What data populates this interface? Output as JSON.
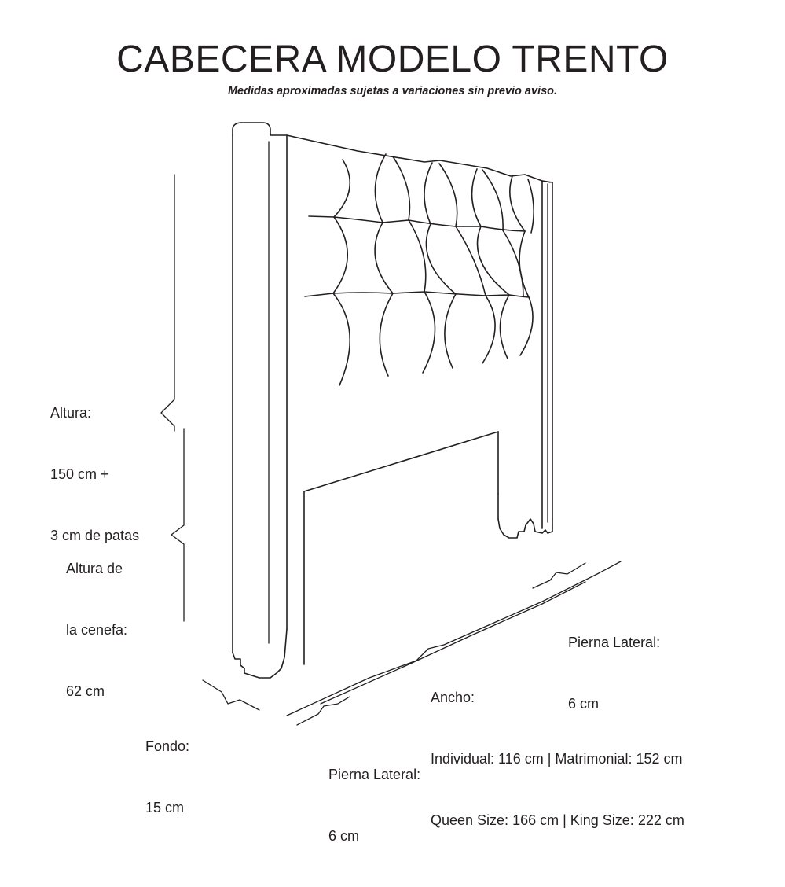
{
  "document": {
    "title": "CABECERA MODELO TRENTO",
    "subtitle": "Medidas aproximadas sujetas a variaciones sin previo aviso.",
    "product": "Cabecera Modelo Trento",
    "background_color": "#ffffff",
    "ink_color": "#231f20"
  },
  "dimensions": {
    "height": {
      "name": "Altura",
      "lines": [
        "Altura:",
        "150 cm +",
        "3 cm de patas"
      ],
      "label_line_1": "Altura:",
      "label_line_2": "150 cm +",
      "label_line_3": "3 cm de patas",
      "value": "150 cm",
      "legs_extra": "3 cm de patas"
    },
    "skirt_height": {
      "name": "Altura de la cenefa",
      "lines": [
        "Altura de",
        "la cenefa:",
        "62 cm"
      ],
      "label_line_1": "Altura de",
      "label_line_2": "la cenefa:",
      "label_line_3": "62 cm",
      "value": "62 cm"
    },
    "depth": {
      "name": "Fondo",
      "label_line_1": "Fondo:",
      "label_line_2": "15 cm",
      "value": "15 cm"
    },
    "side_leg_right": {
      "name": "Pierna Lateral",
      "label_line_1": "Pierna Lateral:",
      "label_line_2": "6 cm",
      "value": "6 cm"
    },
    "side_leg_bottom": {
      "name": "Pierna Lateral",
      "label_line_1": "Pierna Lateral:",
      "label_line_2": "6 cm",
      "value": "6 cm"
    },
    "width": {
      "name": "Ancho",
      "label_line_1": "Ancho:",
      "label_line_2": "Individual: 116 cm | Matrimonial: 152 cm",
      "label_line_3": "Queen Size: 166 cm | King Size: 222 cm",
      "options": [
        {
          "size": "Individual",
          "value": "116 cm"
        },
        {
          "size": "Matrimonial",
          "value": "152 cm"
        },
        {
          "size": "Queen Size",
          "value": "166 cm"
        },
        {
          "size": "King Size",
          "value": "222 cm"
        }
      ]
    }
  },
  "drawing": {
    "name": "headboard-perspective-drawing",
    "description": "Vista en perspectiva de cabecera tapizada con capitone de tres hileras, cenefa inferior y patas"
  }
}
